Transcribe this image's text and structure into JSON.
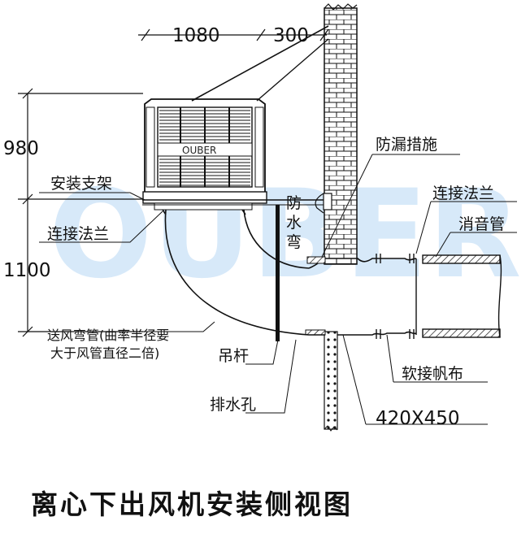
{
  "watermark": "OUBER",
  "unit_brand": "OUBER",
  "title": "离心下出风机安装侧视图",
  "dimensions": {
    "width_1": "1080",
    "width_2": "300",
    "height_1": "980",
    "height_2": "1100",
    "duct_size": "420X450"
  },
  "labels": {
    "leak_prevention": "防漏措施",
    "bracket": "安装支架",
    "flange_left": "连接法兰",
    "flange_right": "连接法兰",
    "waterproof_line1": "防",
    "waterproof_line2": "水",
    "waterproof_line3": "弯",
    "silencer_pipe": "消音管",
    "elbow_line1": "送风弯管(曲率半径要",
    "elbow_line2": "大于风管直径二倍)",
    "hanger_rod": "吊杆",
    "drain_hole": "排水孔",
    "canvas_joint": "软接帆布"
  },
  "colors": {
    "line": "#111111",
    "watermark": "#a7cff2",
    "background": "#ffffff"
  }
}
